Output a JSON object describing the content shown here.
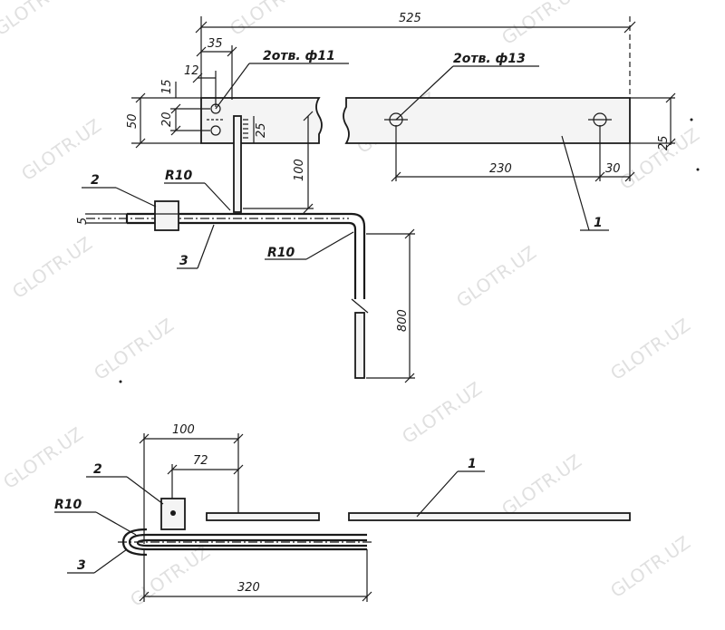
{
  "watermark": "GLOTR.UZ",
  "dimensions": {
    "total_length": "525",
    "tab_width": "35",
    "hole_offset": "12",
    "hole_top": "15",
    "plate_width": "50",
    "hole_spacing": "20",
    "bracket_25": "25",
    "bracket_height": "100",
    "thickness": "5",
    "hole_distance": "230",
    "hole_end": "30",
    "right_width": "25",
    "vertical_length": "800",
    "plan_width": "100",
    "plan_offset": "72",
    "plan_length": "320"
  },
  "labels": {
    "holes_left": "2отв. ф11",
    "holes_right": "2отв. ф13",
    "radius": "R10",
    "part_1": "1",
    "part_2": "2",
    "part_3": "3"
  }
}
